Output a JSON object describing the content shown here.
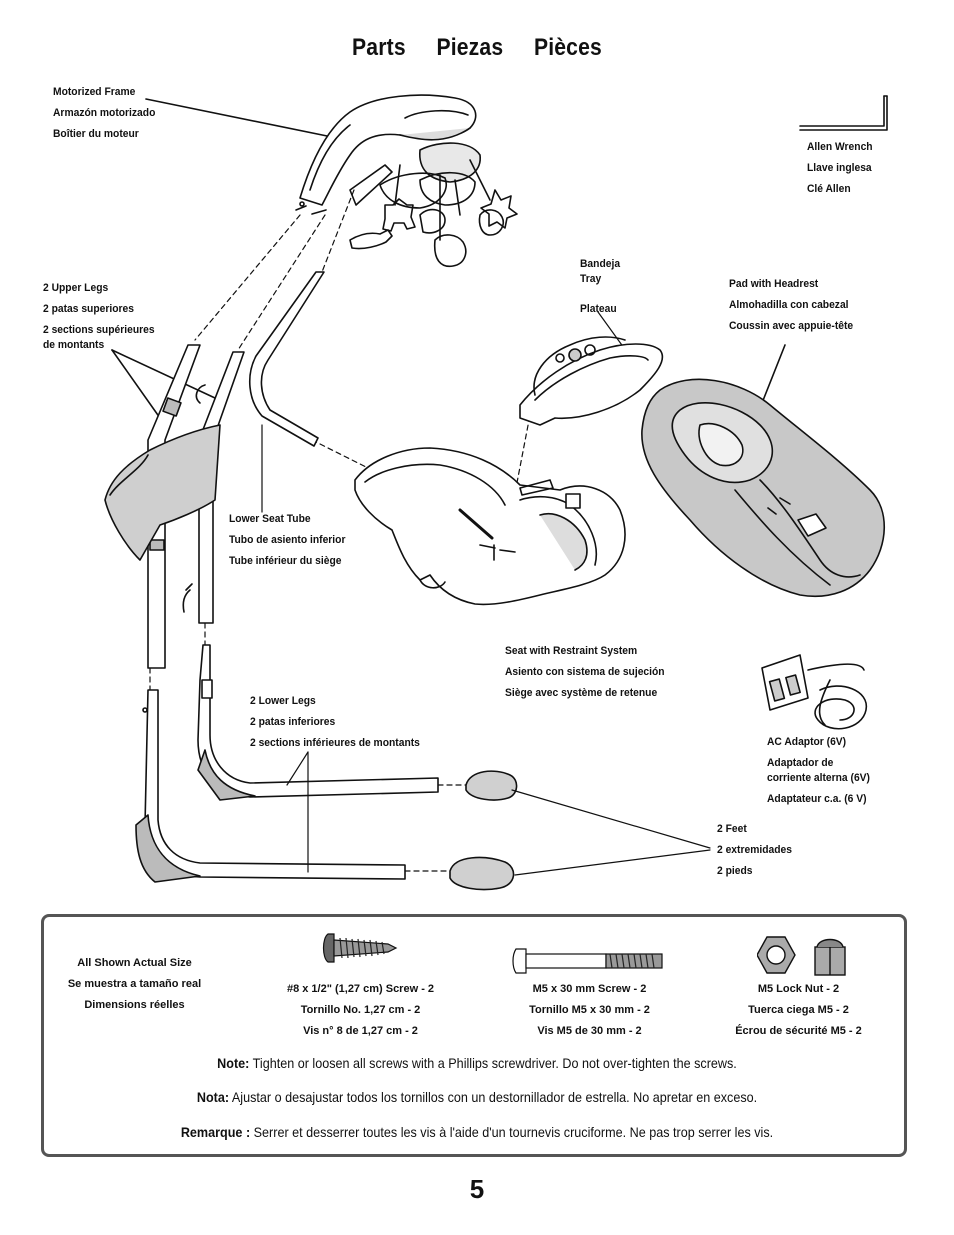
{
  "header": {
    "titles": [
      "Parts",
      "Piezas",
      "Pièces"
    ]
  },
  "labels": {
    "motorized_frame": [
      "Motorized Frame",
      "Armazón motorizado",
      "Boîtier du moteur"
    ],
    "allen_wrench": [
      "Allen Wrench",
      "Llave inglesa",
      "Clé Allen"
    ],
    "upper_legs": [
      "2 Upper Legs",
      "2 patas superiores",
      "2 sections supérieures",
      "de montants"
    ],
    "tray": [
      "Bandeja",
      "Tray",
      "Plateau"
    ],
    "pad": [
      "Pad with Headrest",
      "Almohadilla con cabezal",
      "Coussin avec appuie-tête"
    ],
    "lower_seat_tube": [
      "Lower Seat Tube",
      "Tubo de asiento inferior",
      "Tube inférieur du siège"
    ],
    "seat": [
      "Seat with Restraint System",
      "Asiento con sistema de sujeción",
      "Siège avec système de retenue"
    ],
    "lower_legs": [
      "2 Lower Legs",
      "2 patas inferiores",
      "2 sections inférieures de montants"
    ],
    "ac_adaptor": [
      "AC Adaptor (6V)",
      "Adaptador de",
      "corriente alterna (6V)",
      "Adaptateur c.a. (6 V)"
    ],
    "feet": [
      "2 Feet",
      "2 extremidades",
      "2 pieds"
    ]
  },
  "hardware": {
    "actual_size": [
      "All Shown Actual Size",
      "Se muestra a tamaño real",
      "Dimensions réelles"
    ],
    "screw_8": [
      "#8 x 1/2\" (1,27 cm) Screw - 2",
      "Tornillo No. 1,27 cm - 2",
      "Vis n° 8 de 1,27 cm - 2"
    ],
    "screw_m5": [
      "M5 x 30 mm Screw - 2",
      "Tornillo M5 x 30 mm - 2",
      "Vis M5 de 30 mm - 2"
    ],
    "locknut": [
      "M5 Lock Nut - 2",
      "Tuerca ciega M5 - 2",
      "Écrou de sécurité M5 - 2"
    ]
  },
  "notes": [
    {
      "label": "Note:",
      "text": "Tighten or loosen all screws with a Phillips screwdriver. Do not over-tighten the screws."
    },
    {
      "label": "Nota:",
      "text": "Ajustar o desajustar todos los tornillos con un destornillador de estrella. No apretar en exceso."
    },
    {
      "label": "Remarque :",
      "text": "Serrer et desserrer toutes les vis à l'aide d'un tournevis cruciforme. Ne pas trop serrer les vis."
    }
  ],
  "page_number": "5"
}
